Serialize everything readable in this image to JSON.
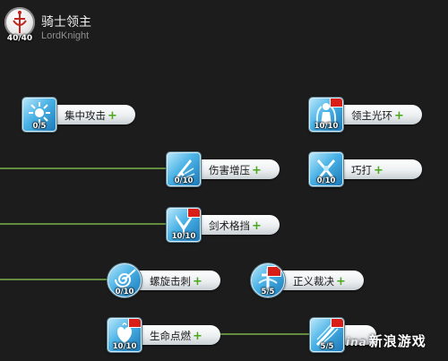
{
  "class": {
    "name": "骑士领主",
    "subtitle": "LordKnight",
    "level": "40/40"
  },
  "plus_glyph": "+",
  "skills": [
    {
      "id": "focus-attack",
      "name": "集中攻击",
      "level": "0/5",
      "new": false,
      "icon": "burst-icon"
    },
    {
      "id": "lord-aura",
      "name": "领主光环",
      "level": "10/10",
      "new": true,
      "icon": "knight-aura-icon"
    },
    {
      "id": "damage-boost",
      "name": "伤害增压",
      "level": "0/10",
      "new": false,
      "icon": "sword-boost-icon"
    },
    {
      "id": "skillful-strike",
      "name": "巧打",
      "level": "0/10",
      "new": false,
      "icon": "crossed-swords-icon"
    },
    {
      "id": "sword-parry",
      "name": "剑术格挡",
      "level": "10/10",
      "new": true,
      "icon": "parry-icon"
    },
    {
      "id": "spiral-thrust",
      "name": "螺旋击刺",
      "level": "0/10",
      "new": false,
      "icon": "spiral-icon"
    },
    {
      "id": "righteous-judgment",
      "name": "正义裁决",
      "level": "5/5",
      "new": true,
      "icon": "judgment-icon"
    },
    {
      "id": "life-ignite",
      "name": "生命点燃",
      "level": "10/10",
      "new": true,
      "icon": "heart-flame-icon"
    },
    {
      "id": "last-skill",
      "name": "",
      "level": "5/5",
      "new": true,
      "icon": "slash-icon"
    }
  ],
  "watermark": {
    "logo": "ina",
    "text": "新浪游戏"
  }
}
